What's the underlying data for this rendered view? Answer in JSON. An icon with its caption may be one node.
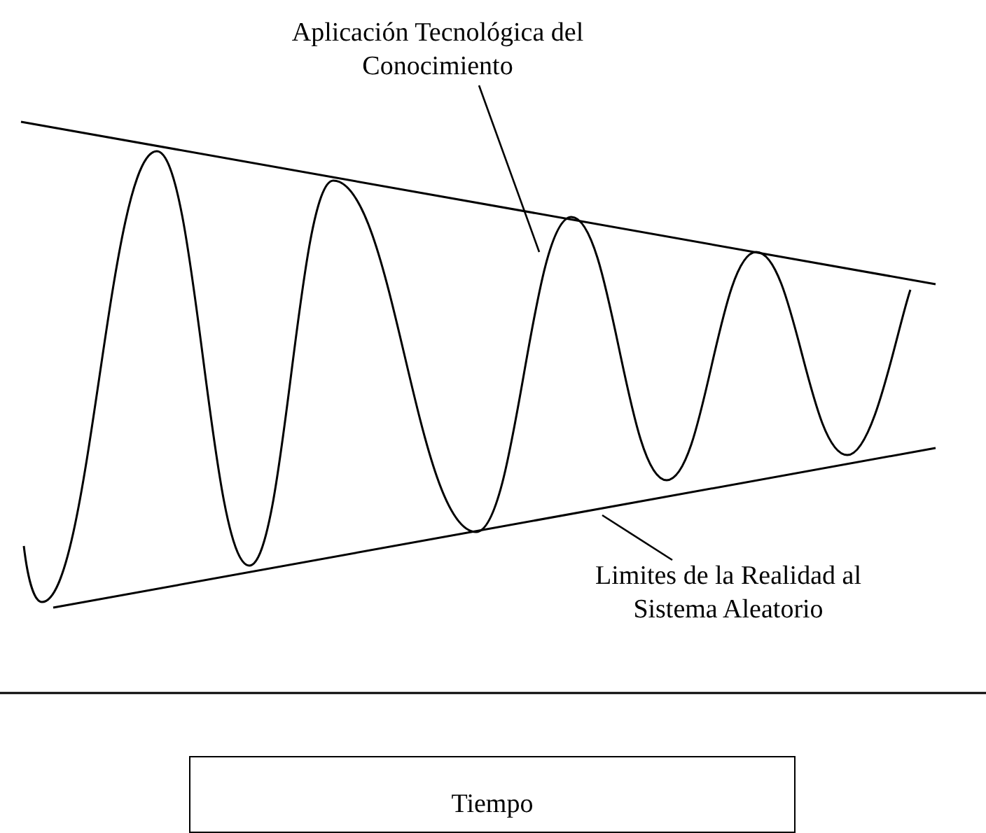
{
  "diagram": {
    "nodes": [
      {
        "text": [
          "Aplicación Tecnológica del Conocimiento"
        ]
      },
      {
        "text": [
          "Limites de la Realidad al Sistema Aleatorio"
        ]
      },
      {
        "text": [
          "Tiempo"
        ]
      }
    ],
    "edges": [
      {
        "from": 0,
        "to": null,
        "arrow": "none"
      },
      {
        "from": 1,
        "to": null,
        "arrow": "none"
      }
    ]
  }
}
